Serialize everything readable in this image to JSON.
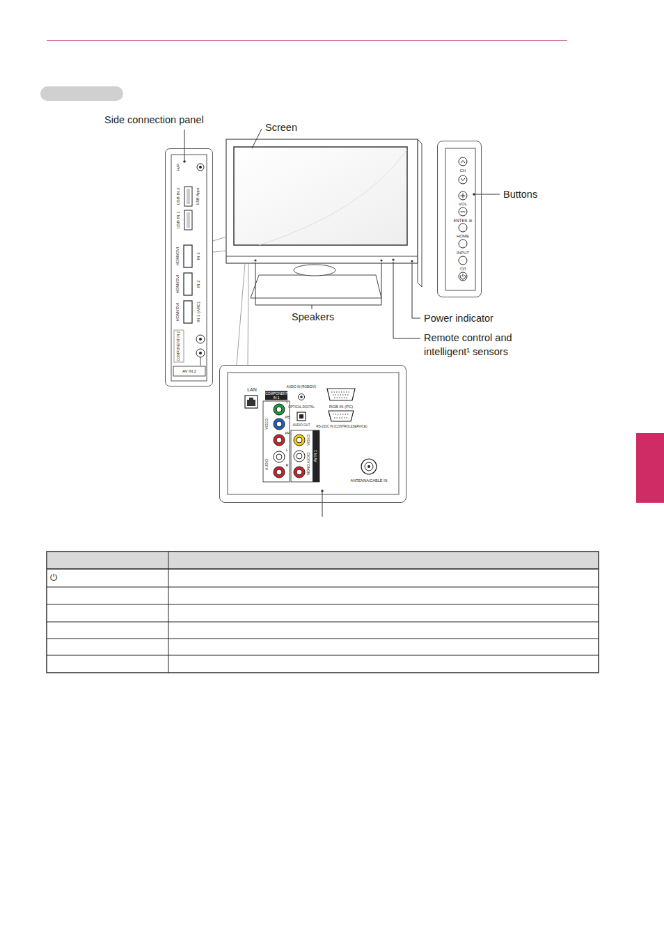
{
  "diagram": {
    "nodes": [
      {
        "text": [
          "H/P",
          "USB IN 2",
          "USB Apps",
          "USB IN 1",
          "HDMI/DVI",
          "IN 3",
          "HDMI/DVI",
          "IN 2",
          "HDMI/DVI",
          "IN 1 (ARC)",
          "COMPONENT IN 2",
          "AV IN 2"
        ]
      },
      {
        "text": [
          "CH",
          "VOL",
          "ENTER ⊛",
          "HOME",
          "INPUT",
          "⏻/I"
        ]
      },
      {
        "text": [
          "LAN",
          "COMPONENT IN 1",
          "AUDIO IN (RGB/DVI)",
          "RGB IN (PC)",
          "OPTICAL DIGITAL",
          "AUDIO OUT",
          "RS-232C IN (CONTROL&SERVICE)",
          "Y",
          "PB",
          "PR",
          "VIDEO",
          "L",
          "AUDIO",
          "R",
          "VIDEO",
          "MONO AUDIO",
          "AV IN 1",
          "ANTENNA/CABLE IN"
        ]
      }
    ],
    "labels": [
      "Side connection panel",
      "Screen",
      "Buttons",
      "Speakers",
      "Power indicator",
      "Remote control and intelligent¹ sensors",
      "⏻"
    ]
  }
}
